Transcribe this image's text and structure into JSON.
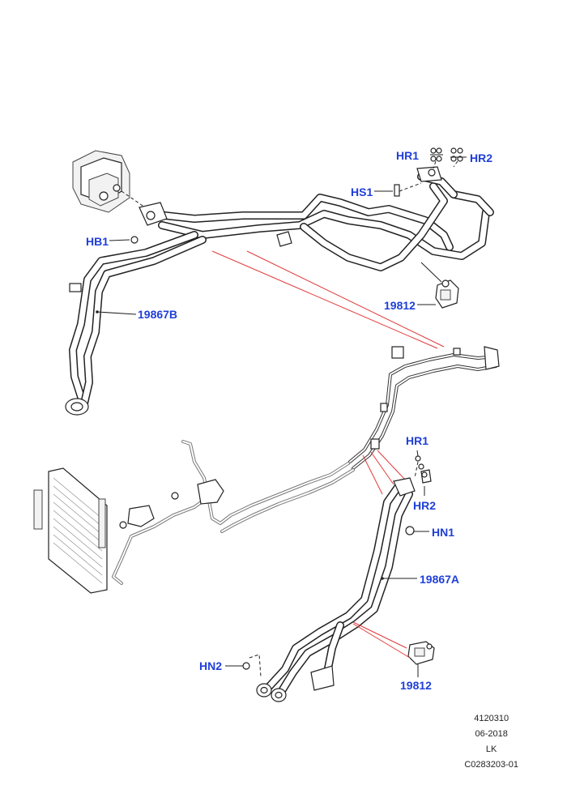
{
  "labels": {
    "hr1_top": "HR1",
    "hr2_top": "HR2",
    "hs1": "HS1",
    "hb1": "HB1",
    "part_19867b": "19867B",
    "part_19812_top": "19812",
    "hr1_bottom": "HR1",
    "hr2_bottom": "HR2",
    "hn1": "HN1",
    "part_19867a": "19867A",
    "hn2": "HN2",
    "part_19812_bottom": "19812"
  },
  "footer": {
    "code": "4120310",
    "date": "06-2018",
    "initials": "LK",
    "ref": "C0283203-01"
  },
  "colors": {
    "label": "#1f3fd8",
    "callout_line": "#e23a3a",
    "line_art": "#222222"
  }
}
